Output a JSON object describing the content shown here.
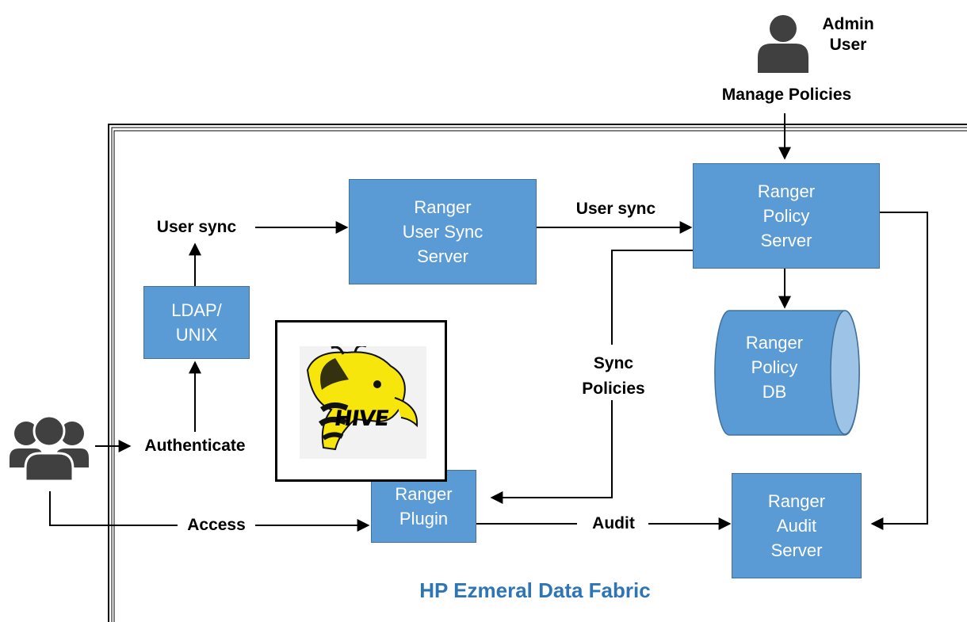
{
  "admin": {
    "label_lines": [
      "Admin",
      "User"
    ],
    "action_label": "Manage Policies"
  },
  "boxes": {
    "usersync_server": {
      "lines": [
        "Ranger",
        "User Sync",
        "Server"
      ]
    },
    "policy_server": {
      "lines": [
        "Ranger",
        "Policy",
        "Server"
      ]
    },
    "ldap": {
      "lines": [
        "LDAP/",
        "UNIX"
      ]
    },
    "plugin": {
      "lines": [
        "Ranger",
        "Plugin"
      ]
    },
    "audit_server": {
      "lines": [
        "Ranger",
        "Audit",
        "Server"
      ]
    }
  },
  "database": {
    "lines": [
      "Ranger",
      "Policy",
      "DB"
    ]
  },
  "hive": {
    "logo_text": "HIVE"
  },
  "labels": {
    "user_sync_left": "User sync",
    "user_sync_right": "User sync",
    "sync_policies": [
      "Sync",
      "Policies"
    ],
    "authenticate": "Authenticate",
    "access": "Access",
    "audit": "Audit"
  },
  "platform_name": "HP Ezmeral Data Fabric",
  "colors": {
    "box_fill": "#5b9bd5",
    "box_border": "#41719c",
    "db_side": "#9dc3e6",
    "icon": "#404040",
    "platform_text": "#2e75b6"
  },
  "icons": {
    "admin": "person-icon",
    "users": "users-group-icon",
    "hive": "hive-bee-logo"
  }
}
